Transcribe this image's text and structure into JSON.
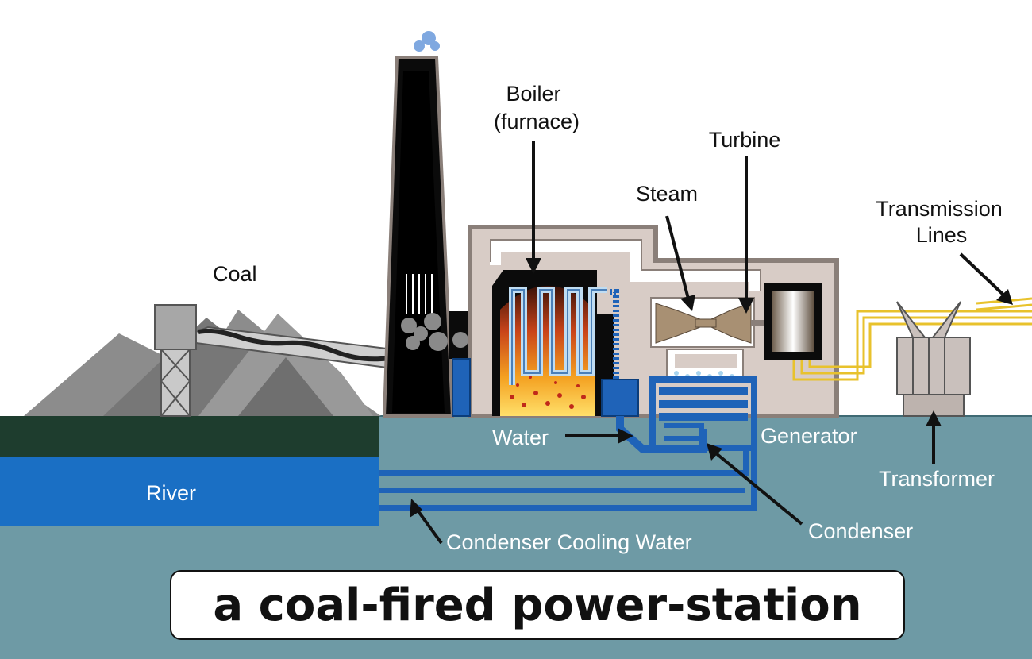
{
  "labels": {
    "coal": "Coal",
    "boiler_line1": "Boiler",
    "boiler_line2": "(furnace)",
    "turbine": "Turbine",
    "steam": "Steam",
    "transmission_line1": "Transmission",
    "transmission_line2": "Lines",
    "water": "Water",
    "generator": "Generator",
    "river": "River",
    "transformer": "Transformer",
    "condenser": "Condenser",
    "condenser_cooling_water": "Condenser Cooling Water"
  },
  "caption": "a coal-fired power-station",
  "colors": {
    "ground": "#6e9aa5",
    "river": "#1a6fc4",
    "grass": "#1e3d2e",
    "pipe_blue": "#1f63b8",
    "building": "#d8ccc6",
    "building_border": "#8a7f79",
    "chimney": "#0b0b0b",
    "coal_pile": "#8a8a8a",
    "fire": "#f4a020",
    "transmission": "#e8c22c"
  }
}
